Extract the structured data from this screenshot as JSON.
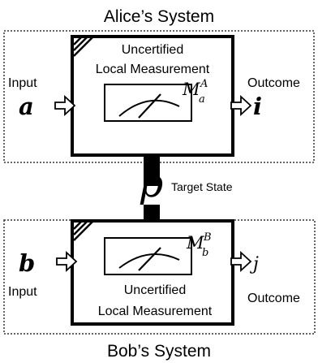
{
  "alice": {
    "system_title": "Alice’s System",
    "box_label_line1": "Uncertified",
    "box_label_line2": "Local Measurement",
    "input_label": "Input",
    "input_symbol": "a",
    "meter_symbol_base": "M",
    "meter_symbol_sub": "a",
    "meter_symbol_sup": "A",
    "outcome_label": "Outcome",
    "outcome_symbol": "i"
  },
  "bob": {
    "system_title": "Bob’s System",
    "box_label_line1": "Uncertified",
    "box_label_line2": "Local Measurement",
    "input_label": "Input",
    "input_symbol": "b",
    "meter_symbol_base": "M",
    "meter_symbol_sub": "b",
    "meter_symbol_sup": "B",
    "outcome_label": "Outcome",
    "outcome_symbol": "j"
  },
  "shared": {
    "state_symbol": "ρ",
    "state_label": "Target State"
  }
}
